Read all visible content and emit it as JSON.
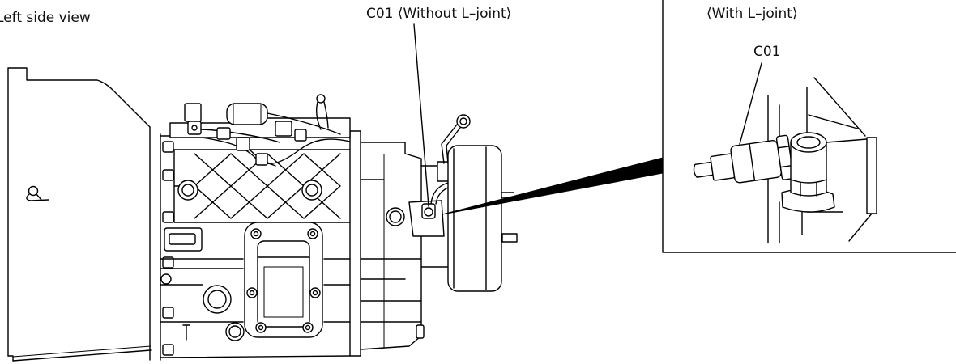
{
  "view_label": "Left side view",
  "callout": {
    "connector": "C01",
    "variant": "⟨Without L–joint⟩"
  },
  "inset": {
    "title": "⟨With L–joint⟩",
    "connector": "C01"
  }
}
